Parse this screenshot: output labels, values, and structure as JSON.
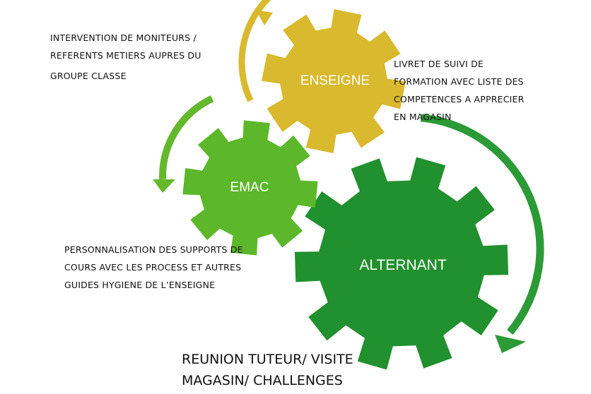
{
  "colors": {
    "enseigne": "#d9b92e",
    "emac": "#5cb82a",
    "alternant": "#21902e",
    "arrow_enseigne": "#d9b92e",
    "arrow_emac": "#64b82c",
    "arrow_alternant": "#2c9a36",
    "text": "#111111",
    "label": "#ffffff"
  },
  "gears": {
    "enseigne": {
      "label": "ENSEIGNE"
    },
    "emac": {
      "label": "EMAC"
    },
    "alternant": {
      "label": "ALTERNANT"
    }
  },
  "notes": {
    "intervention": [
      "INTERVENTION DE MONITEURS /",
      "REFERENTS METIERS AUPRES DU",
      "GROUPE CLASSE"
    ],
    "livret": [
      "LIVRET DE SUIVI DE",
      "FORMATION AVEC LISTE DES",
      "COMPETENCES A APPRECIER",
      "EN MAGASIN"
    ],
    "personnalisation": [
      "PERSONNALISATION DES SUPPORTS DE",
      "COURS AVEC LES PROCESS ET AUTRES",
      "GUIDES HYGIENE DE L’ENSEIGNE"
    ],
    "reunion": [
      "REUNION TUTEUR/ VISITE",
      "MAGASIN/ CHALLENGES"
    ]
  }
}
